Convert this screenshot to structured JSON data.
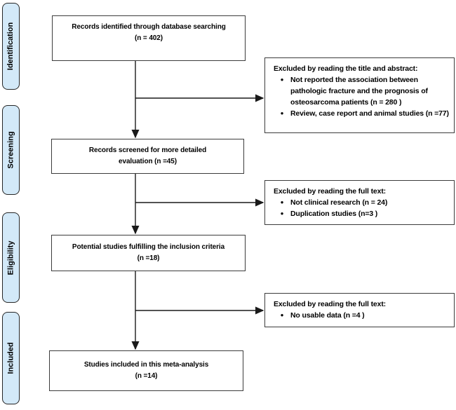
{
  "diagram_type": "prisma-flow-diagram",
  "stages": [
    {
      "label": "Identification"
    },
    {
      "label": "Screening"
    },
    {
      "label": "Eligibility"
    },
    {
      "label": "Included"
    }
  ],
  "flow_boxes": [
    {
      "line1": "Records identified through database searching",
      "line2": "(n = 402)"
    },
    {
      "line1": "Records screened for more detailed",
      "line2": "evaluation (n =45)"
    },
    {
      "line1": "Potential studies fulfilling the inclusion criteria",
      "line2": "(n =18)"
    },
    {
      "line1": "Studies included in this meta-analysis",
      "line2": "(n =14)"
    }
  ],
  "exclusion_boxes": [
    {
      "heading": "Excluded by reading the title and abstract:",
      "items": [
        "Not reported the association between pathologic fracture and the prognosis of osteosarcoma patients  (n = 280  )",
        "Review, case report and animal studies (n =77)"
      ]
    },
    {
      "heading": "Excluded by reading the full text:",
      "items": [
        "Not clinical research (n = 24)",
        "Duplication studies (n=3 )"
      ]
    },
    {
      "heading": "Excluded by reading the full text:",
      "items": [
        "No usable data (n =4 )"
      ]
    }
  ],
  "icons": {
    "bullet": "●"
  },
  "colors": {
    "stage_fill": "#d3e9f8",
    "stage_border": "#262626",
    "box_border": "#3c3c3c",
    "arrow": "#1a1a1a",
    "text": "#000000",
    "background": "#ffffff"
  }
}
